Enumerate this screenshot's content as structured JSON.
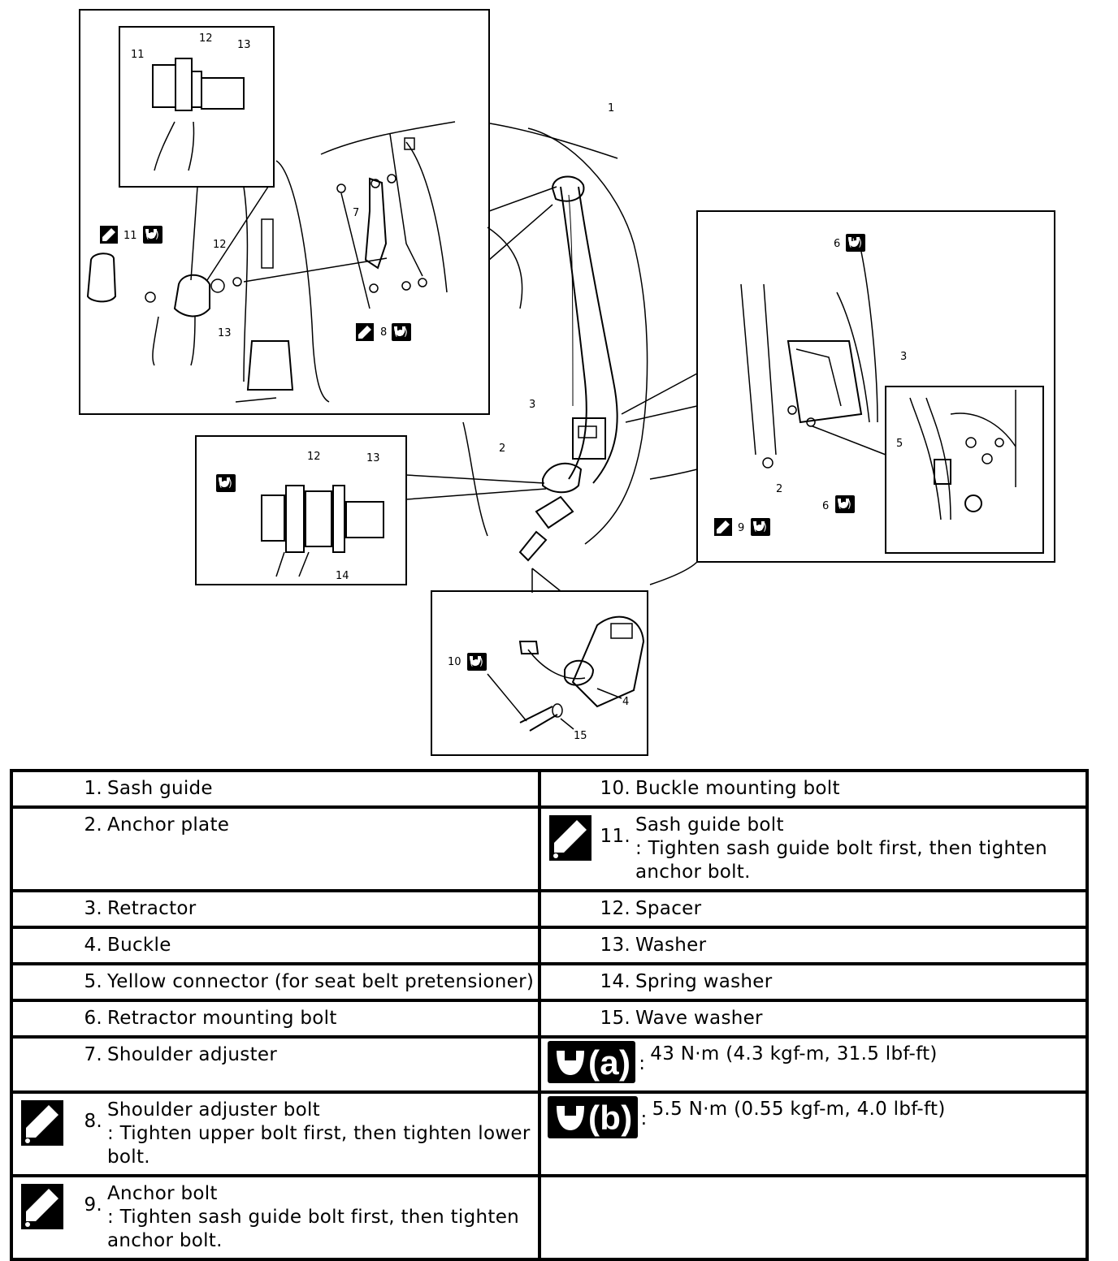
{
  "figure": {
    "callouts": {
      "c1": "1",
      "c2": "2",
      "c3": "3",
      "c4": "4",
      "c5": "5",
      "c6b": "6",
      "c6a": "6",
      "c7": "7",
      "c8": "8",
      "c9": "9",
      "c10": "10",
      "c11": "11",
      "c11b": "11",
      "c12a": "12",
      "c12b": "12",
      "c12c": "12",
      "c13a": "13",
      "c13b": "13",
      "c13c": "13",
      "c14": "14",
      "c15": "15",
      "c2b": "2",
      "c3b": "3"
    },
    "torque_letters": {
      "a": "(a)",
      "b": "(b)"
    }
  },
  "legend": {
    "left": [
      {
        "num": "1.",
        "text": "Sash guide"
      },
      {
        "num": "2.",
        "text": "Anchor plate"
      },
      {
        "num": "3.",
        "text": "Retractor"
      },
      {
        "num": "4.",
        "text": "Buckle"
      },
      {
        "num": "5.",
        "text": "Yellow connector (for seat belt pretensioner)"
      },
      {
        "num": "6.",
        "text": "Retractor mounting bolt"
      },
      {
        "num": "7.",
        "text": "Shoulder adjuster"
      },
      {
        "num": "8.",
        "text": "Shoulder adjuster bolt",
        "note": ": Tighten upper bolt first, then tighten lower bolt."
      },
      {
        "num": "9.",
        "text": "Anchor bolt",
        "note": ": Tighten sash guide bolt first, then tighten anchor bolt."
      }
    ],
    "right": [
      {
        "num": "10.",
        "text": "Buckle mounting bolt"
      },
      {
        "num": "11.",
        "text": "Sash guide bolt",
        "note": ": Tighten sash guide bolt first, then tighten anchor bolt."
      },
      {
        "num": "12.",
        "text": "Spacer"
      },
      {
        "num": "13.",
        "text": "Washer"
      },
      {
        "num": "14.",
        "text": "Spring washer"
      },
      {
        "num": "15.",
        "text": "Wave washer"
      },
      {
        "letter": "(a)",
        "colon": ":",
        "text": "43 N·m (4.3 kgf-m, 31.5 lbf-ft)"
      },
      {
        "letter": "(b)",
        "colon": ":",
        "text": "5.5 N·m (0.55 kgf-m, 4.0 lbf-ft)"
      }
    ]
  },
  "icons": [
    "wrench-torque-icon",
    "apply-thread-lock-icon"
  ]
}
